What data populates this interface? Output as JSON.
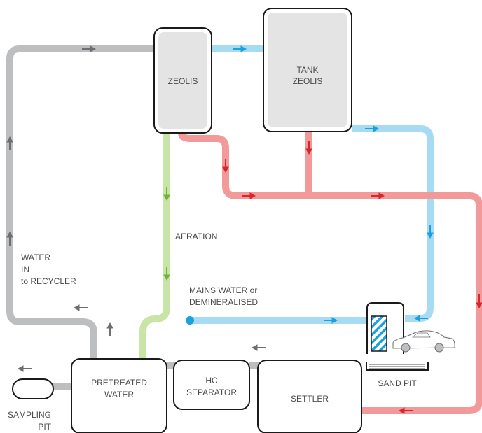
{
  "labels": {
    "zeolis": "ZEOLIS",
    "tank_line1": "TANK",
    "tank_line2": "ZEOLIS",
    "aeration": "AERATION",
    "water_in_line1": "WATER",
    "water_in_line2": "IN",
    "water_in_line3": "to RECYCLER",
    "mains_line1": "MAINS WATER or",
    "mains_line2": "DEMINERALISED",
    "pretreated_line1": "PRETREATED",
    "pretreated_line2": "WATER",
    "hc_line1": "HC",
    "hc_line2": "SEPARATOR",
    "settler": "SETTLER",
    "sand_pit": "SAND PIT",
    "sampling_line1": "SAMPLING",
    "sampling_line2": "PIT"
  },
  "colors": {
    "gray_pipe": "#bdbec0",
    "gray_arrow": "#6d6e71",
    "blue_pipe": "#a7dbf4",
    "blue_arrow": "#1ba1dc",
    "red_pipe": "#f29999",
    "red_arrow": "#d7262e",
    "green_pipe": "#c9e4a7",
    "green_arrow": "#6fb33c",
    "tank_fill": "#e4e4e5",
    "outline": "#1a1a1a"
  }
}
